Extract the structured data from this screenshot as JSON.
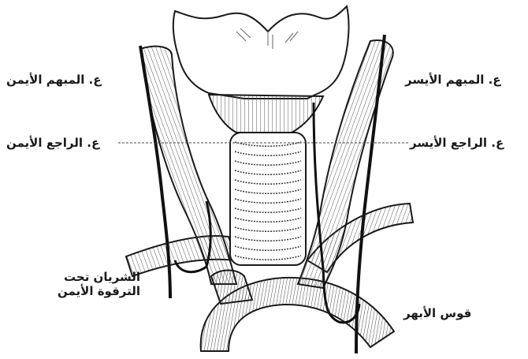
{
  "labels": {
    "right_vagus": "ع. المبهم الأيمن",
    "left_vagus": "ع. المبهم الأيسر",
    "right_recurrent": "ع. الراجع الأيمن",
    "left_recurrent": "ع. الراجع الأيسر",
    "subclavian_line1": "الشريان تحت",
    "subclavian_line2": "الترقوة الأيمن",
    "aortic_arch": "قوس الأبهر"
  },
  "colors": {
    "ink": "#1a1a1a",
    "background": "#ffffff",
    "hatch": "#555555"
  }
}
